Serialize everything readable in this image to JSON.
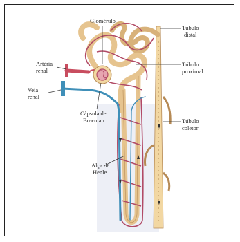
{
  "labels": {
    "glomerulo": "Glomérulo",
    "tubulo_distal_1": "Túbulo",
    "tubulo_distal_2": "distal",
    "arteria_renal_1": "Artéria",
    "arteria_renal_2": "renal",
    "tubulo_proximal_1": "Túbulo",
    "tubulo_proximal_2": "proximal",
    "veia_renal_1": "Veia",
    "veia_renal_2": "renal",
    "capsula_1": "Cápsula de",
    "capsula_2": "Bowman",
    "tubulo_coletor_1": "Túbulo",
    "tubulo_coletor_2": "coletor",
    "alca_1": "Alça de",
    "alca_2": "Henle"
  },
  "colors": {
    "tubule": "#f2d7a2",
    "tubule_outline": "#b68a55",
    "artery": "#c84d5f",
    "vein": "#3f8fb8",
    "capillary": "#b14a66",
    "shade": "#e3e6f0"
  }
}
